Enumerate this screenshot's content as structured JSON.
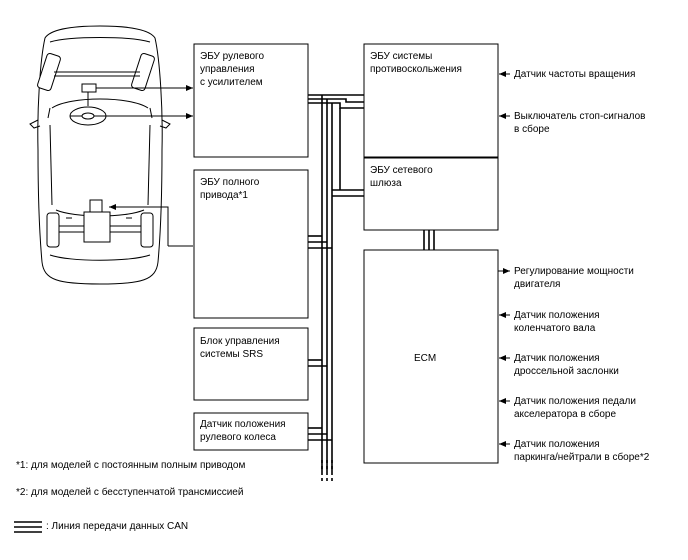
{
  "boxes": {
    "eps_ecu": "ЭБУ рулевого\nуправления\nс усилителем",
    "awd_ecu": "ЭБУ полного\nпривода*1",
    "srs": "Блок управления\nсистемы SRS",
    "steering_sensor": "Датчик положения\nрулевого колеса",
    "skid_ecu": "ЭБУ системы\nпротивоскольжения",
    "gateway_ecu": "ЭБУ сетевого\nшлюза",
    "ecm": "ECM"
  },
  "signals": {
    "speed_sensor": "Датчик частоты вращения",
    "stop_switch": "Выключатель стоп-сигналов\nв сборе",
    "engine_power": "Регулирование мощности\nдвигателя",
    "crank_sensor": "Датчик положения\nколенчатого вала",
    "throttle_sensor": "Датчик положения\nдроссельной заслонки",
    "pedal_sensor": "Датчик положения педали\nакселератора в сборе",
    "park_neutral": "Датчик положения\nпаркинга/нейтрали в сборе*2"
  },
  "footnotes": {
    "note1": "*1: для моделей с постоянным полным приводом",
    "note2": "*2: для моделей с бесступенчатой трансмиссией"
  },
  "legend": {
    "can_line": ": Линия передачи данных CAN"
  }
}
